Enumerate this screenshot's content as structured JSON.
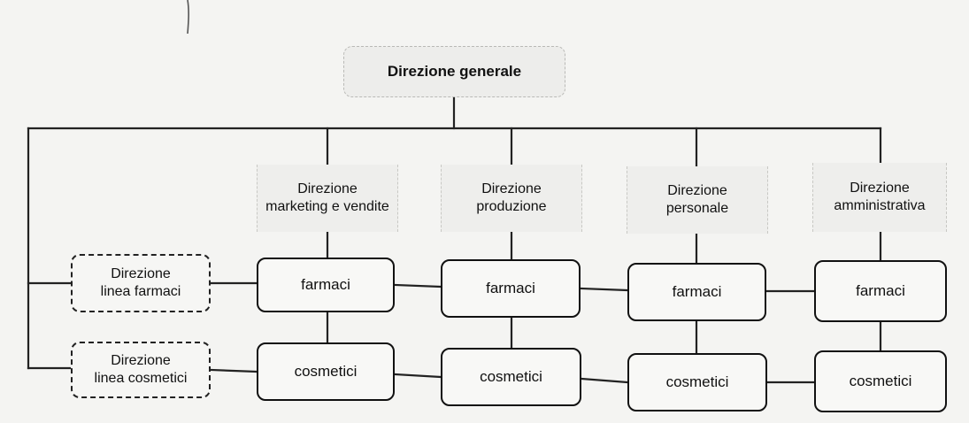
{
  "diagram": {
    "top": {
      "id": "top",
      "label": "Direzione generale"
    },
    "functions": [
      {
        "id": "mkt",
        "label": "Direzione\nmarketing e vendite"
      },
      {
        "id": "prod",
        "label": "Direzione\nproduzione"
      },
      {
        "id": "pers",
        "label": "Direzione\npersonale"
      },
      {
        "id": "amm",
        "label": "Direzione\namministrativa"
      }
    ],
    "product_lines": [
      {
        "id": "line1",
        "label": "Direzione\nlinea farmaci"
      },
      {
        "id": "line2",
        "label": "Direzione\nlinea cosmetici"
      }
    ],
    "cells": [
      [
        "farmaci",
        "farmaci",
        "farmaci",
        "farmaci"
      ],
      [
        "cosmetici",
        "cosmetici",
        "cosmetici",
        "cosmetici"
      ]
    ]
  }
}
